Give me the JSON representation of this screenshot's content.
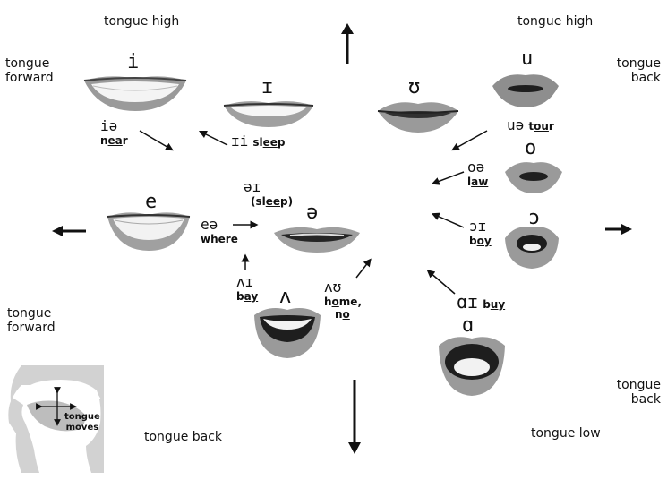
{
  "axis_labels": {
    "tongue_high_left": "tongue high",
    "tongue_high_right": "tongue high",
    "tongue_forward_top": [
      "tongue",
      "forward"
    ],
    "tongue_back_top": [
      "tongue",
      "back"
    ],
    "tongue_forward_bottom": [
      "tongue",
      "forward"
    ],
    "tongue_back_bottom": [
      "tongue",
      "back"
    ],
    "tongue_back_bottom_center": "tongue back",
    "tongue_low": "tongue low"
  },
  "vowels": {
    "i": "i",
    "I": "ɪ",
    "U": "ʊ",
    "u": "u",
    "o": "o",
    "open_o": "ɔ",
    "e": "e",
    "schwa": "ə",
    "caret": "ʌ",
    "alpha": "ɑ"
  },
  "diphthongs": {
    "ie": {
      "sym": "iə",
      "pre": "n",
      "ul": "ea",
      "post": "r"
    },
    "ii": {
      "sym": "ɪi",
      "pre": "sl",
      "ul": "ee",
      "post": "p"
    },
    "ue": {
      "sym": "uə",
      "pre": "t",
      "ul": "ou",
      "post": "r"
    },
    "oe": {
      "sym": "oə",
      "pre": "l",
      "ul": "aw",
      "post": ""
    },
    "ei_schwa": {
      "sym": "əɪ",
      "pre": "(sl",
      "ul": "ee",
      "post": "p)"
    },
    "ee": {
      "sym": "eə",
      "pre": "wh",
      "ul": "ere",
      "post": ""
    },
    "oi": {
      "sym": "ɔɪ",
      "pre": "b",
      "ul": "oy",
      "post": ""
    },
    "ai_caret": {
      "sym": "ʌɪ",
      "pre": "b",
      "ul": "ay",
      "post": ""
    },
    "au_caret": {
      "sym": "ʌʊ",
      "line1_pre": "h",
      "line1_ul": "o",
      "line1_post": "me,",
      "line2_pre": "n",
      "line2_ul": "o"
    },
    "ai": {
      "sym": "ɑɪ",
      "pre": "b",
      "ul": "uy",
      "post": ""
    }
  },
  "inset": {
    "caption_line1": "tongue",
    "caption_line2": "moves"
  }
}
